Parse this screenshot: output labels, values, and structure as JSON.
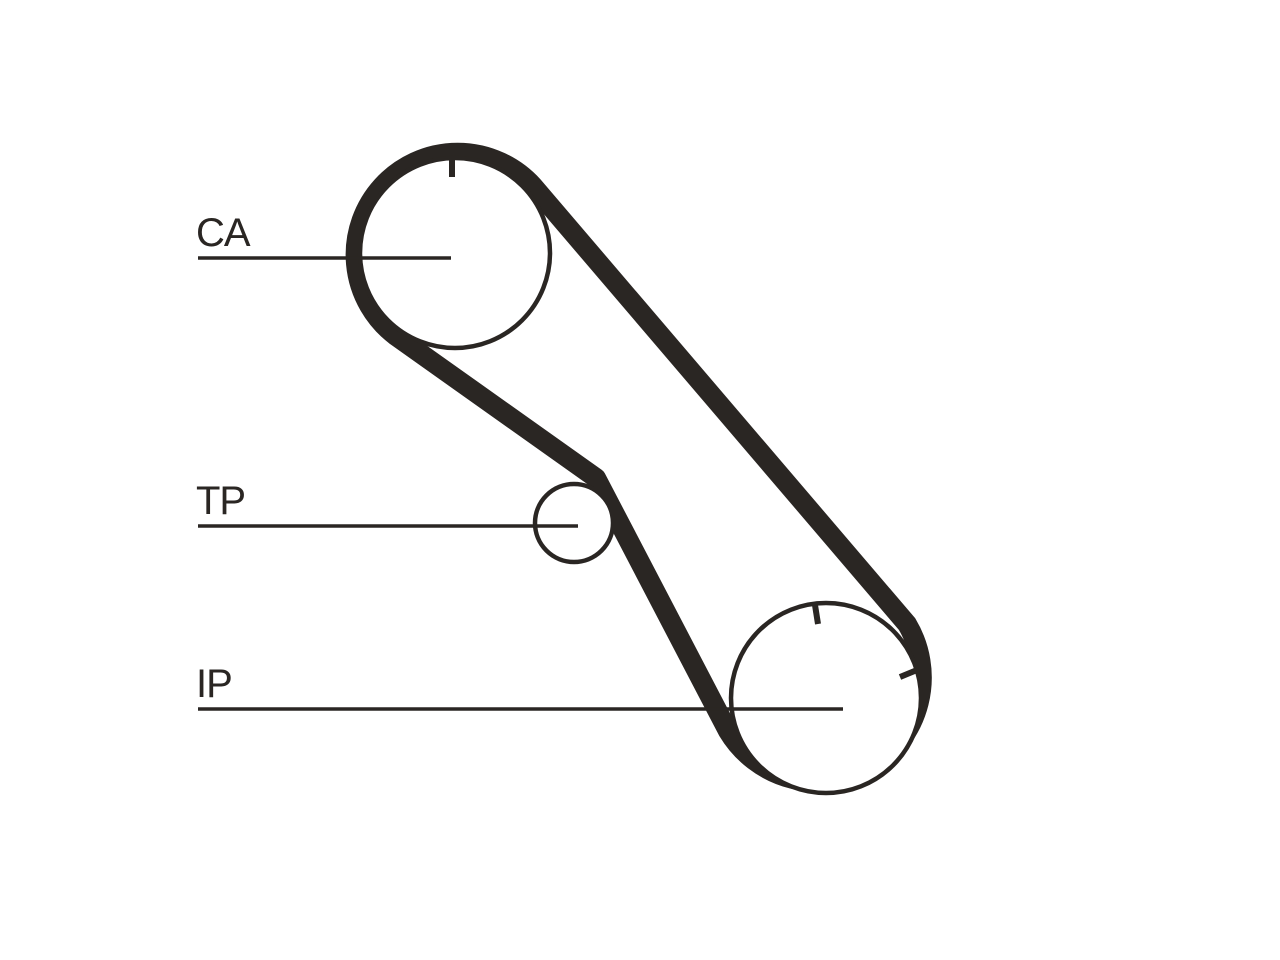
{
  "labels": {
    "ca": "CA",
    "tp": "TP",
    "ip": "IP"
  },
  "colors": {
    "ink": "#2a2623",
    "background": "#ffffff"
  }
}
